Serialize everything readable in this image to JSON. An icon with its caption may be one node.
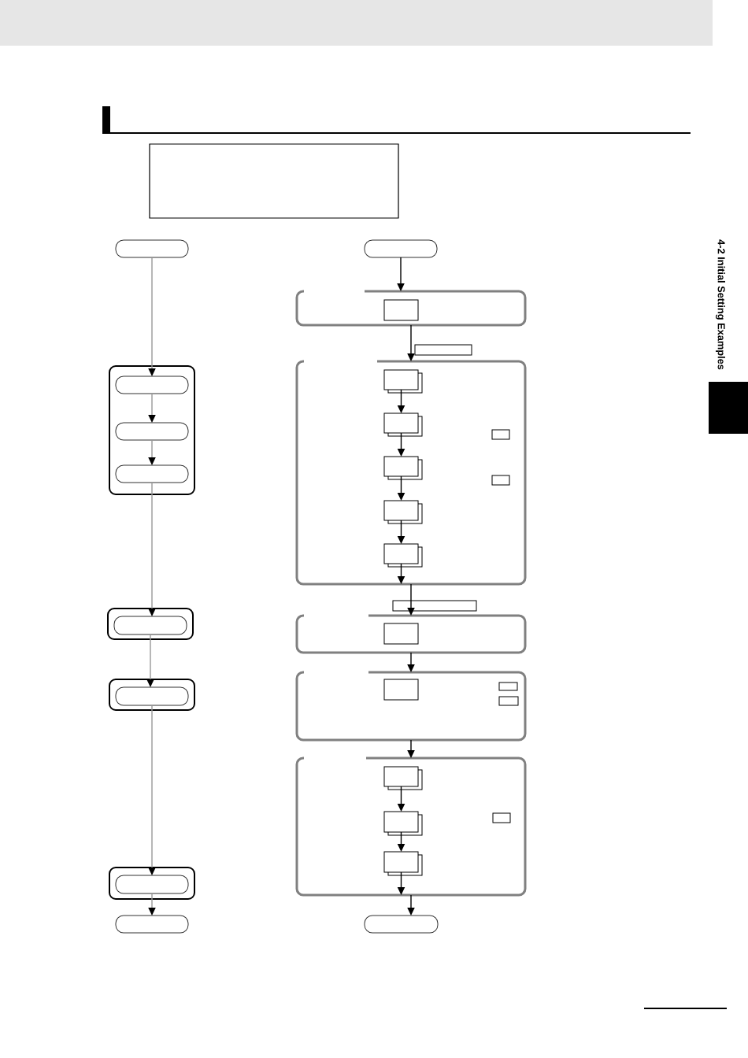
{
  "diagram": {
    "nodes": [
      {
        "text": [],
        "shape": "box"
      },
      {
        "text": [],
        "shape": "box"
      },
      {
        "text": [],
        "shape": "box"
      },
      {
        "text": [],
        "shape": "box"
      },
      {
        "text": [],
        "shape": "box",
        "in": 3
      },
      {
        "text": [],
        "shape": "box"
      },
      {
        "text": [],
        "shape": "box"
      },
      {
        "text": [],
        "shape": "box",
        "in": 6
      },
      {
        "text": [],
        "shape": "box",
        "in": 6
      },
      {
        "text": [],
        "shape": "box",
        "in": 6
      },
      {
        "text": [],
        "shape": "box"
      },
      {
        "text": [],
        "shape": "box",
        "in": 10
      },
      {
        "text": [],
        "shape": "box",
        "in": 10
      },
      {
        "text": [],
        "shape": "box",
        "in": 10
      },
      {
        "text": [],
        "shape": "box",
        "in": 10
      },
      {
        "text": [],
        "shape": "box",
        "in": 10
      },
      {
        "text": [],
        "shape": "box",
        "in": 10
      },
      {
        "text": [],
        "shape": "box",
        "in": 10
      },
      {
        "text": [],
        "shape": "box"
      },
      {
        "text": [],
        "shape": "box"
      },
      {
        "text": [],
        "shape": "box",
        "in": 19
      },
      {
        "text": [],
        "shape": "box"
      },
      {
        "text": [],
        "shape": "box",
        "in": 21
      },
      {
        "text": [],
        "shape": "box"
      },
      {
        "text": [],
        "shape": "box",
        "in": 23
      },
      {
        "text": [],
        "shape": "box"
      },
      {
        "text": [],
        "shape": "box",
        "in": 25
      },
      {
        "text": [],
        "shape": "box",
        "in": 25
      },
      {
        "text": [],
        "shape": "box",
        "in": 25
      },
      {
        "text": [],
        "shape": "box"
      },
      {
        "text": [],
        "shape": "box",
        "in": 29
      },
      {
        "text": [],
        "shape": "box",
        "in": 29
      },
      {
        "text": [],
        "shape": "box",
        "in": 29
      },
      {
        "text": [],
        "shape": "box",
        "in": 29
      },
      {
        "text": [],
        "shape": "box"
      },
      {
        "text": [],
        "shape": "box",
        "in": 34
      },
      {
        "text": [],
        "shape": "box"
      },
      {
        "text": [],
        "shape": "box"
      }
    ],
    "edges": [
      {
        "from": 1,
        "to": 7,
        "arrow": "to",
        "color": "#999999"
      },
      {
        "from": 7,
        "to": 8,
        "arrow": "to",
        "color": "#999999"
      },
      {
        "from": 8,
        "to": 9,
        "arrow": "to",
        "color": "#999999"
      },
      {
        "from": 9,
        "to": 20,
        "arrow": "to",
        "color": "#999999"
      },
      {
        "from": 20,
        "to": 24,
        "arrow": "to",
        "color": "#999999"
      },
      {
        "from": 24,
        "to": 35,
        "arrow": "to",
        "color": "#999999"
      },
      {
        "from": 35,
        "to": 36,
        "arrow": "to",
        "color": "#999999"
      },
      {
        "from": 2,
        "to": 3,
        "arrow": "to"
      },
      {
        "from": 3,
        "to": 10,
        "arrow": "to"
      },
      {
        "from": 11,
        "to": 12,
        "arrow": "to"
      },
      {
        "from": 12,
        "to": 14,
        "arrow": "to"
      },
      {
        "from": 14,
        "to": 16,
        "arrow": "to"
      },
      {
        "from": 16,
        "to": 17,
        "arrow": "to"
      },
      {
        "from": 17,
        "to": 10,
        "arrow": "to"
      },
      {
        "from": 10,
        "to": 21,
        "arrow": "to"
      },
      {
        "from": 21,
        "to": 25,
        "arrow": "to"
      },
      {
        "from": 25,
        "to": 29,
        "arrow": "to"
      },
      {
        "from": 30,
        "to": 31,
        "arrow": "to"
      },
      {
        "from": 31,
        "to": 33,
        "arrow": "to"
      },
      {
        "from": 33,
        "to": 29,
        "arrow": "to"
      },
      {
        "from": 29,
        "to": 37,
        "arrow": "to"
      }
    ],
    "labels": [
      "4-2 Initial Setting Examples"
    ]
  }
}
